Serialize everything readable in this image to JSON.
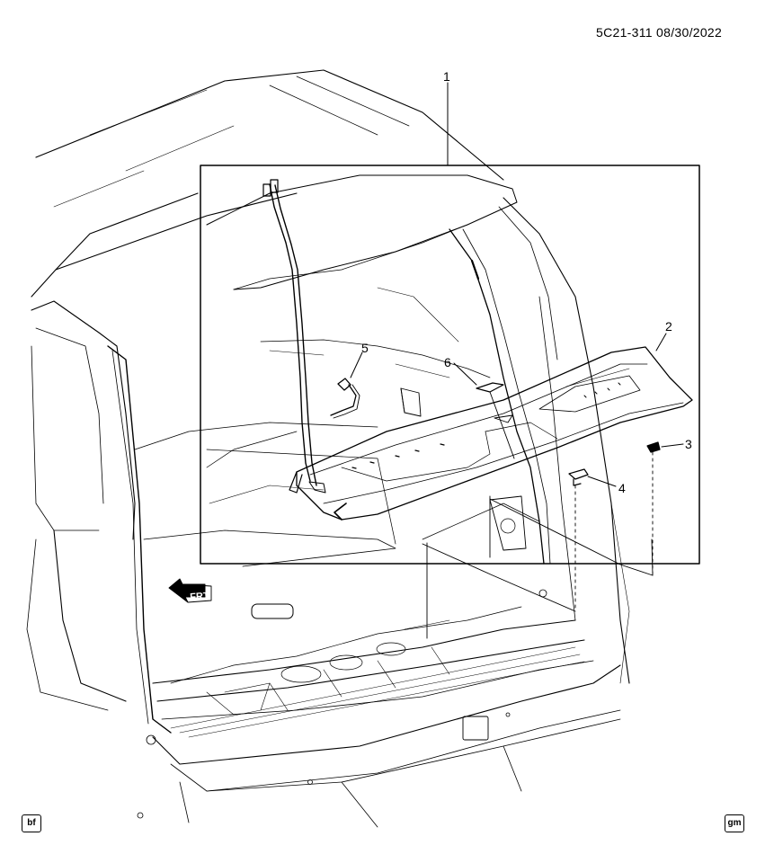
{
  "header": {
    "doc_id": "5C21-311  08/30/2022"
  },
  "callouts": [
    {
      "num": "1"
    },
    {
      "num": "2"
    },
    {
      "num": "3"
    },
    {
      "num": "4"
    },
    {
      "num": "5"
    },
    {
      "num": "6"
    }
  ],
  "frt_label": "FRT",
  "badges": {
    "left": "bf",
    "right": "gm"
  }
}
